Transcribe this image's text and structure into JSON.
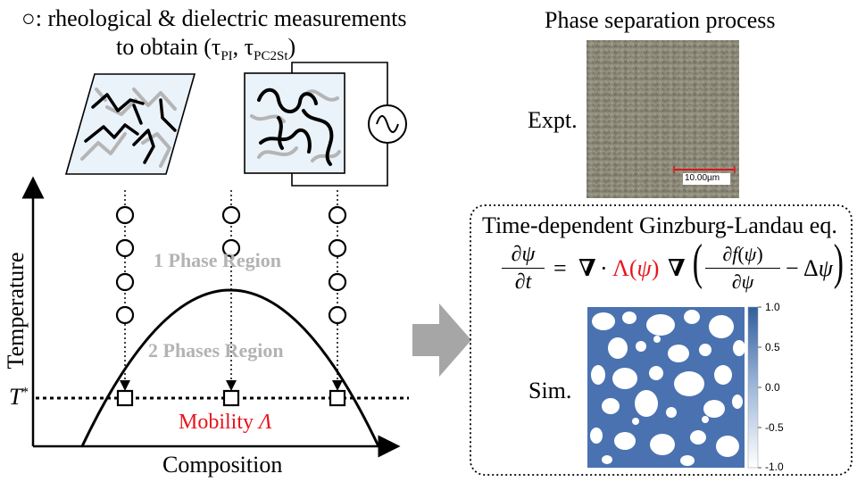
{
  "header": {
    "circle_glyph": "○",
    "line1": ": rheological & dielectric measurements",
    "line2_prefix": "to obtain (",
    "tau": "τ",
    "sub_pi": "PI",
    "sep": ", ",
    "sub_pc": "PC2St",
    "line2_suffix": ")"
  },
  "phase_diagram": {
    "y_axis_label": "Temperature",
    "x_axis_label": "Composition",
    "one_phase_label": "1 Phase Region",
    "two_phase_label": "2 Phases Region",
    "t_star_base": "T",
    "t_star_sup": "*",
    "mobility_word": "Mobility",
    "mobility_symbol": "Λ",
    "colors": {
      "label_grey": "#b3b3b3",
      "mobility_red": "#e8141c"
    }
  },
  "right_panel": {
    "title": "Phase separation process",
    "expt_label": "Expt.",
    "scale_bar_text": "10.00µm",
    "tdgl_title": "Time-dependent Ginzburg-Landau eq.",
    "sim_label": "Sim.",
    "colorbar_ticks": [
      "1.0",
      "0.5",
      "0.0",
      "-0.5",
      "-1.0"
    ],
    "colors": {
      "sim_blue": "#4a72b0",
      "scale_red": "#d81818"
    }
  },
  "equation": {
    "partial": "∂",
    "psi": "ψ",
    "t": "t",
    "equals": "=",
    "nabla": "∇",
    "dot": "·",
    "lambda": "Λ",
    "lp": "(",
    "rp": ")",
    "f_of": "f",
    "minus": "−",
    "delta": "Δ",
    "lambda_color": "#e8141c"
  }
}
